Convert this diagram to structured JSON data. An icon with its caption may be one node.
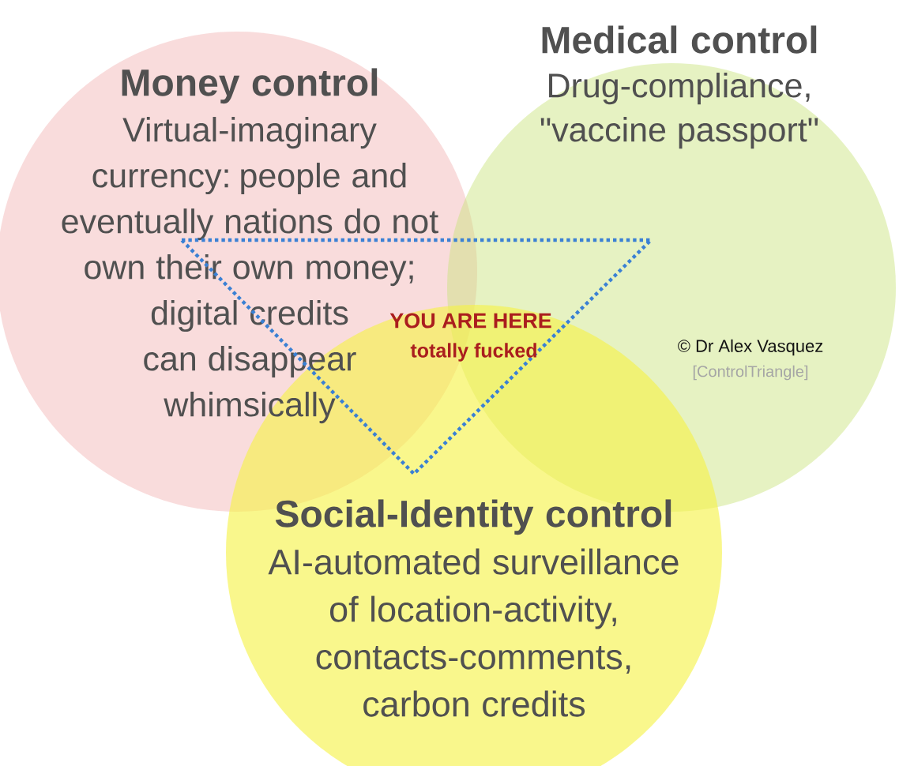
{
  "diagram": {
    "nodes": [
      {
        "text": [
          "Money control",
          "Virtual-imaginary currency: people and eventually nations do not own their own money; digital credits can disappear whimsically"
        ]
      },
      {
        "text": [
          "Medical control",
          "Drug-compliance, \"vaccine passport\""
        ]
      },
      {
        "text": [
          "Social-Identity control",
          "AI-automated surveillance of location-activity, contacts-comments, carbon credits"
        ]
      }
    ],
    "labels": [
      "YOU ARE HERE",
      "totally fucked",
      "© Dr Alex Vasquez",
      "[ControlTriangle]"
    ]
  }
}
